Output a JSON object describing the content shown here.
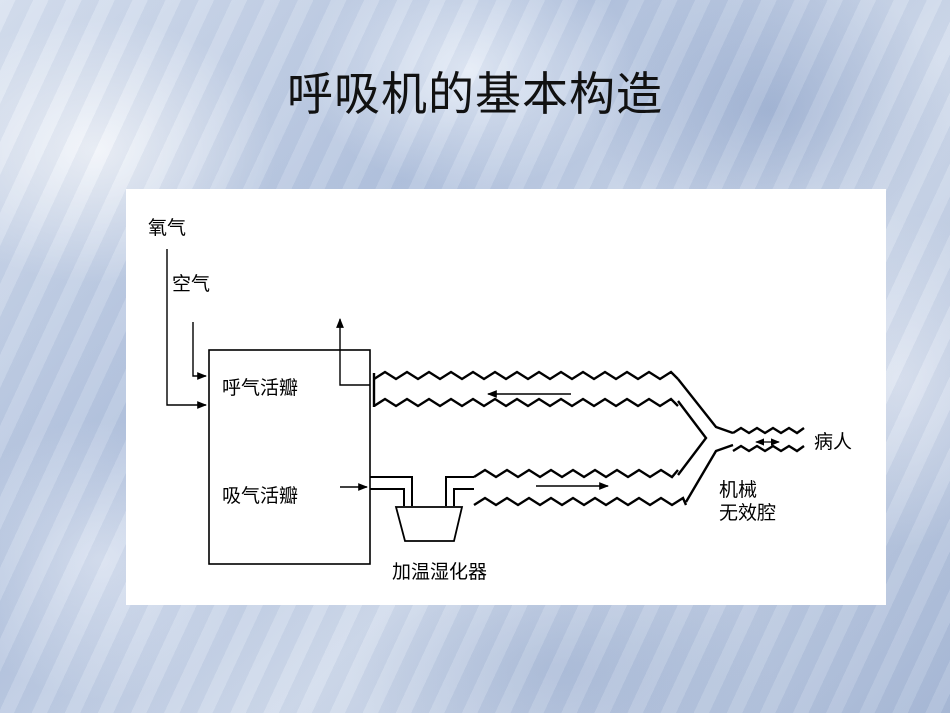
{
  "slide": {
    "title": "呼吸机的基本构造"
  },
  "diagram": {
    "oxygen": "氧气",
    "air": "空气",
    "exhalation_valve": "呼气活瓣",
    "inhalation_valve": "吸气活瓣",
    "humidifier": "加温湿化器",
    "patient": "病人",
    "dead_space_line1": "机械",
    "dead_space_line2": "无效腔"
  }
}
